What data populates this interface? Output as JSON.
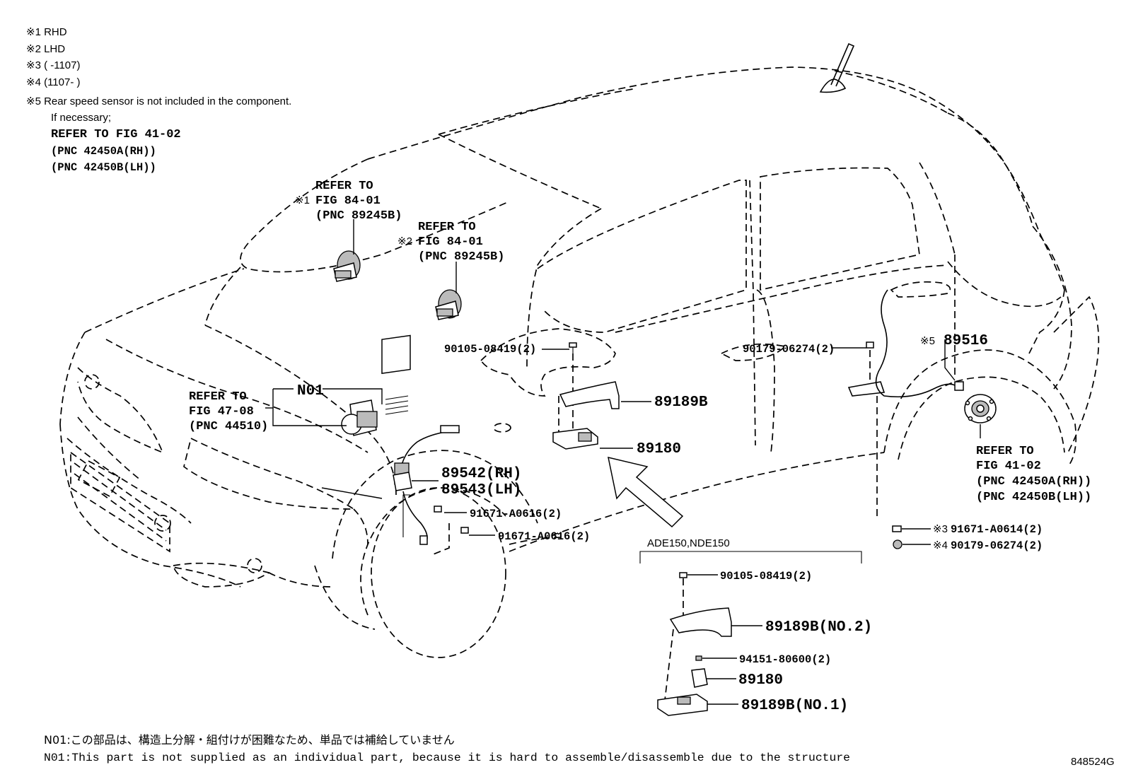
{
  "notes": [
    "※1  RHD",
    "※2  LHD",
    "※3  (      -1107)",
    "※4  (1107-      )",
    "※5 Rear speed sensor is not included in the component."
  ],
  "note5_extra": {
    "line1": "If necessary;",
    "line2": "REFER TO FIG 41-02",
    "line3": "(PNC 42450A(RH))",
    "line4": "(PNC 42450B(LH))"
  },
  "callouts": {
    "ref_rhd": {
      "marker": "※1",
      "line1": "REFER TO",
      "line2": "FIG 84-01",
      "line3": "(PNC 89245B)"
    },
    "ref_lhd": {
      "marker": "※2",
      "line1": "REFER TO",
      "line2": "FIG 84-01",
      "line3": "(PNC 89245B)"
    },
    "ref_actuator": {
      "line1": "REFER TO",
      "line2": "FIG 47-08",
      "line3": "(PNC 44510)"
    },
    "n01": "N01",
    "bolt_top": "90105-08419(2)",
    "nut_side": "90179-06274(2)",
    "rear_sensor_marker": "※5",
    "rear_sensor": "89516",
    "bracket": "89189B",
    "sensor_89180": "89180",
    "front_sensor_rh": "89542(RH)",
    "front_sensor_lh": "89543(LH)",
    "clip_1": "91671-A0616(2)",
    "clip_2": "91671-A0616(2)",
    "ref_hub": {
      "line1": "REFER TO",
      "line2": "FIG 41-02",
      "line3": "(PNC 42450A(RH))",
      "line4": "(PNC 42450B(LH))"
    },
    "rear_clip_marker": "※3",
    "rear_clip": "91671-A0614(2)",
    "rear_nut_marker": "※4",
    "rear_nut": "90179-06274(2)"
  },
  "inset": {
    "title": "ADE150,NDE150",
    "bolt": "90105-08419(2)",
    "bracket_no2": "89189B(NO.2)",
    "nut": "94151-80600(2)",
    "sensor": "89180",
    "bracket_no1": "89189B(NO.1)"
  },
  "footnotes": {
    "jp": "N01:この部品は、構造上分解・組付けが困難なため、単品では補給していません",
    "en": "N01:This part is not supplied as an individual part, because it is hard to assemble/disassemble due to the structure"
  },
  "figure_id": "848524G"
}
